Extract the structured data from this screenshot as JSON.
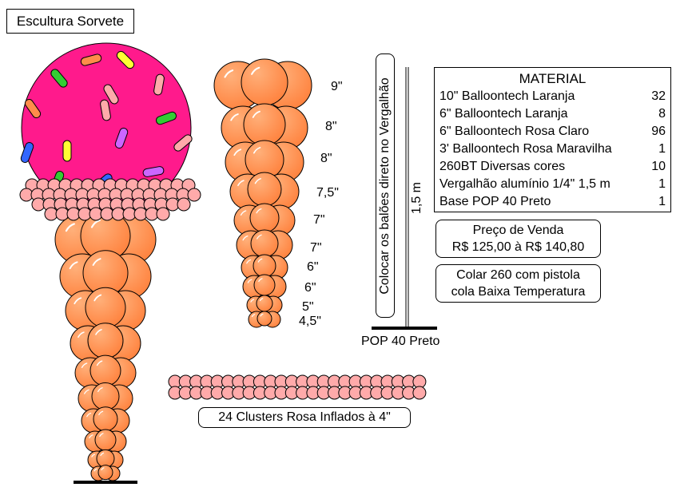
{
  "title": "Escultura Sorvete",
  "size_labels": [
    "9\"",
    "8\"",
    "8\"",
    "7,5\"",
    "7\"",
    "7\"",
    "6\"",
    "6\"",
    "5\"",
    "4,5\""
  ],
  "material": {
    "heading": "MATERIAL",
    "items": [
      {
        "name": "10\" Balloontech Laranja",
        "qty": "32"
      },
      {
        "name": "6\" Balloontech Laranja",
        "qty": "8"
      },
      {
        "name": "6\" Balloontech Rosa Claro",
        "qty": "96"
      },
      {
        "name": "3' Balloontech Rosa Maravilha",
        "qty": "1"
      },
      {
        "name": "260BT Diversas cores",
        "qty": "10"
      },
      {
        "name": "Vergalhão alumínio 1/4\" 1,5 m",
        "qty": "1"
      },
      {
        "name": "Base POP 40 Preto",
        "qty": "1"
      }
    ]
  },
  "price": {
    "label": "Preço de Venda",
    "value": "R$ 125,00 à R$ 140,80"
  },
  "glue_note": {
    "line1": "Colar 260 com pistola",
    "line2": "cola Baixa Temperatura"
  },
  "rod_note": "Colocar os balões direto no Vergalhão",
  "rod_height": "1,5 m",
  "base_label": "POP 40 Preto",
  "clusters_label": "24 Clusters Rosa Inflados à 4\"",
  "colors": {
    "orange": "#ff8c4a",
    "pink_light": "#ffaaaa",
    "magenta": "#ff1a8c",
    "outline": "#000000"
  }
}
